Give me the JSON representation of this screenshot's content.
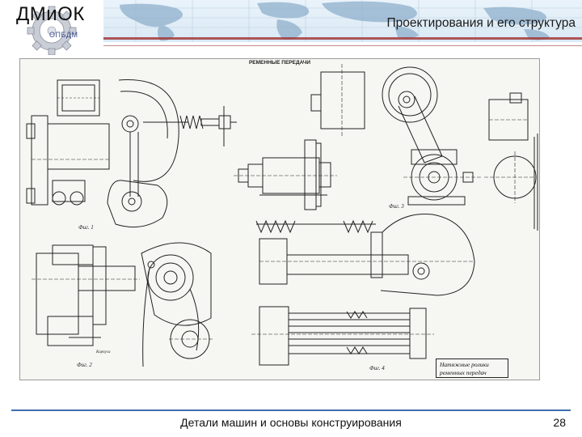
{
  "header": {
    "logo_text": "ДМиОК",
    "logo_sub": "ОПБДМ",
    "title": "Проектирования и его структура"
  },
  "drawing": {
    "heading": "РЕМЕННЫЕ ПЕРЕДАЧИ",
    "figures": [
      "Фиг. 1",
      "Фиг. 2",
      "Фиг. 3",
      "Фиг. 4"
    ],
    "pointer_label": "Корпуса",
    "caption_line1": "Натяжные ролики",
    "caption_line2": "ременных передач"
  },
  "footer": {
    "course": "Детали машин и основы конструирования",
    "page": "28"
  },
  "colors": {
    "accent_red": "#a23a3a",
    "footer_blue": "#3f6fb0"
  }
}
